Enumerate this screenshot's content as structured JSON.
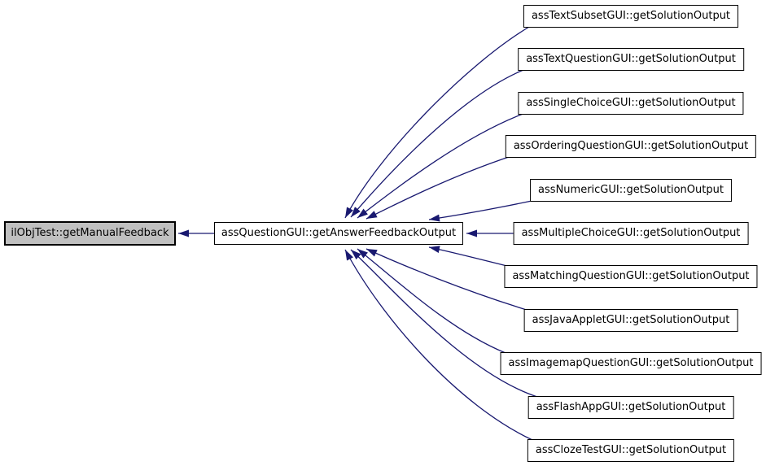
{
  "diagram": {
    "type": "call-graph",
    "focus_node": {
      "label": "ilObjTest::getManualFeedback"
    },
    "intermediate_node": {
      "label": "assQuestionGUI::getAnswerFeedbackOutput"
    },
    "caller_nodes": [
      {
        "label": "assTextSubsetGUI::getSolutionOutput"
      },
      {
        "label": "assTextQuestionGUI::getSolutionOutput"
      },
      {
        "label": "assSingleChoiceGUI::getSolutionOutput"
      },
      {
        "label": "assOrderingQuestionGUI::getSolutionOutput"
      },
      {
        "label": "assNumericGUI::getSolutionOutput"
      },
      {
        "label": "assMultipleChoiceGUI::getSolutionOutput"
      },
      {
        "label": "assMatchingQuestionGUI::getSolutionOutput"
      },
      {
        "label": "assJavaAppletGUI::getSolutionOutput"
      },
      {
        "label": "assImagemapQuestionGUI::getSolutionOutput"
      },
      {
        "label": "assFlashAppGUI::getSolutionOutput"
      },
      {
        "label": "assClozeTestGUI::getSolutionOutput"
      }
    ],
    "colors": {
      "edge": "#191970",
      "node_border": "#000000",
      "node_fill": "#ffffff",
      "focus_node_fill": "#c0c0c0",
      "background": "#ffffff",
      "text": "#000000"
    }
  }
}
